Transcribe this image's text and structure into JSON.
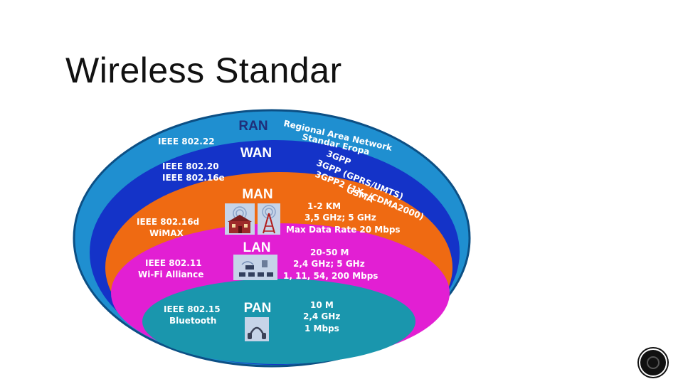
{
  "slide": {
    "title": "Wireless Standar"
  },
  "colors": {
    "ran": "#1f8fd0",
    "wan": "#1433c8",
    "man": "#ef6a12",
    "lan": "#e21fd3",
    "pan": "#1a96ad"
  },
  "layers": {
    "ran": {
      "name": "RAN",
      "standard": "IEEE 802.22",
      "details": [
        "Regional Area Network",
        "Standar Eropa"
      ]
    },
    "wan": {
      "name": "WAN",
      "standards": [
        "IEEE 802.20",
        "IEEE 802.16e"
      ],
      "details": [
        "3GPP",
        "3GPP (GPRS/UMTS)",
        "3GPP2 (1X--/CDMA2000)",
        "GSMA"
      ]
    },
    "man": {
      "name": "MAN",
      "standards": [
        "IEEE 802.16d",
        "WiMAX"
      ],
      "details": [
        "1-2 KM",
        "3,5 GHz; 5 GHz",
        "Max Data Rate 20 Mbps"
      ],
      "icons": [
        "house-antenna-icon",
        "radio-tower-icon"
      ]
    },
    "lan": {
      "name": "LAN",
      "standards": [
        "IEEE 802.11",
        "Wi-Fi Alliance"
      ],
      "details": [
        "20-50 M",
        "2,4 GHz; 5 GHz",
        "1, 11, 54, 200 Mbps"
      ],
      "icons": [
        "wireless-network-devices-icon"
      ]
    },
    "pan": {
      "name": "PAN",
      "standards": [
        "IEEE 802.15",
        "Bluetooth"
      ],
      "details": [
        "10 M",
        "2,4 GHz",
        "1 Mbps"
      ],
      "icons": [
        "bluetooth-headset-icon"
      ]
    }
  },
  "controls": {
    "corner_icon": "record-button-icon"
  }
}
